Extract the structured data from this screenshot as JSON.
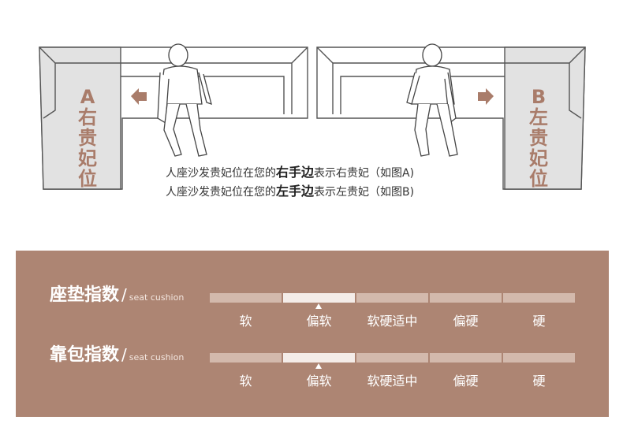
{
  "diagram": {
    "label_a": [
      "A",
      "右",
      "贵",
      "妃",
      "位"
    ],
    "label_b": [
      "B",
      "左",
      "贵",
      "妃",
      "位"
    ],
    "caption_line1": {
      "pre": "人座沙发贵妃位在您的",
      "emph": "右手边",
      "post": "表示右贵妃（如图A)"
    },
    "caption_line2": {
      "pre": "人座沙发贵妃位在您的",
      "emph": "左手边",
      "post": "表示左贵妃（如图B)"
    }
  },
  "panel": {
    "background": "#ad8573",
    "rows": [
      {
        "title": "座垫指数",
        "slash": "/",
        "subtitle": "seat cushion",
        "selected_level": "偏软"
      },
      {
        "title": "靠包指数",
        "slash": "/",
        "subtitle": "seat cushion",
        "selected_level": "偏软"
      }
    ],
    "levels": [
      "软",
      "偏软",
      "软硬适中",
      "偏硬",
      "硬"
    ]
  }
}
